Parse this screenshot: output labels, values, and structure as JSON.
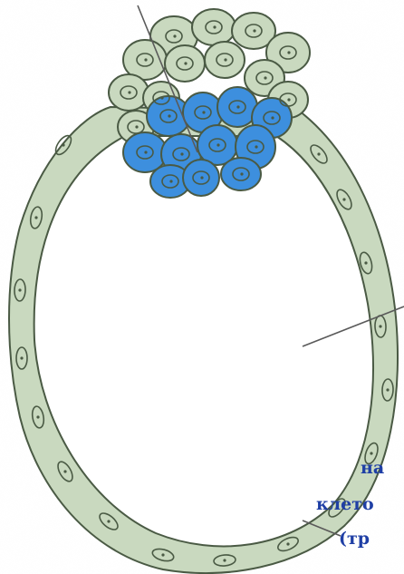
{
  "figure": {
    "captions": [
      {
        "text": "на"
      },
      {
        "text": "клето"
      },
      {
        "text": "(тр"
      }
    ],
    "colors": {
      "trophoblast": "#c9d9bf",
      "inner_cell_mass": "#3d8fde",
      "outline": "#4a5a44",
      "caption": "#1f3fa5",
      "pointer": "#5a5a5a"
    }
  }
}
